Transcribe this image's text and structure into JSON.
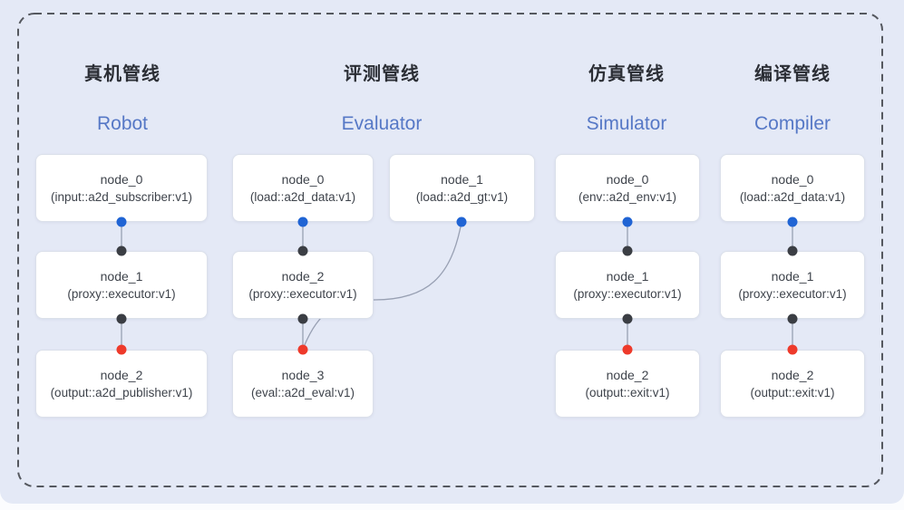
{
  "pipelines": [
    {
      "title_zh": "真机管线",
      "title_en": "Robot",
      "nodes": [
        {
          "name": "node_0",
          "impl": "(input::a2d_subscriber:v1)"
        },
        {
          "name": "node_1",
          "impl": "(proxy::executor:v1)"
        },
        {
          "name": "node_2",
          "impl": "(output::a2d_publisher:v1)"
        }
      ]
    },
    {
      "title_zh": "评测管线",
      "title_en": "Evaluator",
      "nodes": [
        {
          "name": "node_0",
          "impl": "(load::a2d_data:v1)"
        },
        {
          "name": "node_1",
          "impl": "(load::a2d_gt:v1)"
        },
        {
          "name": "node_2",
          "impl": "(proxy::executor:v1)"
        },
        {
          "name": "node_3",
          "impl": "(eval::a2d_eval:v1)"
        }
      ]
    },
    {
      "title_zh": "仿真管线",
      "title_en": "Simulator",
      "nodes": [
        {
          "name": "node_0",
          "impl": "(env::a2d_env:v1)"
        },
        {
          "name": "node_1",
          "impl": "(proxy::executor:v1)"
        },
        {
          "name": "node_2",
          "impl": "(output::exit:v1)"
        }
      ]
    },
    {
      "title_zh": "编译管线",
      "title_en": "Compiler",
      "nodes": [
        {
          "name": "node_0",
          "impl": "(load::a2d_data:v1)"
        },
        {
          "name": "node_1",
          "impl": "(proxy::executor:v1)"
        },
        {
          "name": "node_2",
          "impl": "(output::exit:v1)"
        }
      ]
    }
  ],
  "ports": {
    "source": "blue",
    "intermediate": "dark",
    "sink": "red"
  },
  "colors": {
    "background": "#e4e9f6",
    "dash": "#55585f",
    "card_bg": "#ffffff",
    "card_border": "#dbe0ea",
    "node_text": "#3e434b",
    "title_zh": "#2b2e35",
    "title_en": "#5678c6",
    "edge": "#98a0b3",
    "port_blue": "#2064d4",
    "port_dark": "#3b3e44",
    "port_red": "#ee3a2b"
  }
}
